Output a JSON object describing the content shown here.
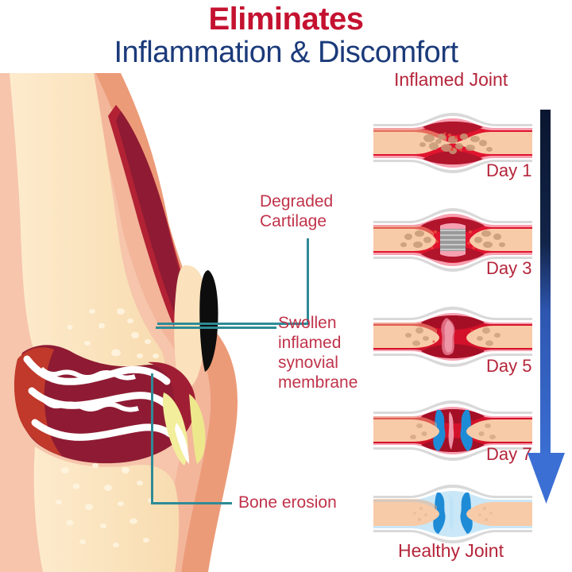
{
  "title": {
    "line1": "Eliminates",
    "line2": "Inflammation & Discomfort",
    "line1_color": "#C41230",
    "line2_color": "#1B3A7A"
  },
  "knee_diagram": {
    "name": "knee-cross-section",
    "callouts": [
      {
        "id": "degraded-cartilage",
        "text": "Degraded\nCartilage",
        "color": "#C0334A"
      },
      {
        "id": "swollen-synovial-membrane",
        "text": "Swollen\ninflamed\nsynovial\nmembrane",
        "color": "#C0334A"
      },
      {
        "id": "bone-erosion",
        "text": "Bone erosion",
        "color": "#C0334A"
      }
    ],
    "leader_line_color": "#2E8B96",
    "anatomy_colors": {
      "skin_outer": "#F0A98B",
      "skin_mid": "#F3BFA4",
      "bone": "#FBE0B8",
      "bone_light": "#FDEACA",
      "synovium_inflamed": "#8E1B33",
      "synovium_mid": "#C0392B",
      "cartilage_white": "#FFFFFF",
      "ligament_yellow": "#F2EE9B",
      "dark_lesion": "#0D0D0D"
    }
  },
  "progression": {
    "top_label": "Inflamed Joint",
    "bottom_label": "Healthy Joint",
    "label_color": "#B5253A",
    "stages": [
      {
        "id": "stage-day1",
        "label": "Day 1",
        "state": "severe-erosion-no-cartilage"
      },
      {
        "id": "stage-day3",
        "label": "Day 3",
        "state": "grey-cartilage-forming"
      },
      {
        "id": "stage-day5",
        "label": "Day 5",
        "state": "pink-cartilage-restored"
      },
      {
        "id": "stage-day7",
        "label": "Day 7",
        "state": "blue-synovial-fluid-returning"
      },
      {
        "id": "stage-healthy",
        "label": "",
        "state": "healthy-smooth-cartilage"
      }
    ],
    "joint_colors": {
      "bone_fill": "#F7C9A6",
      "bone_shade": "#E8A87C",
      "bone_light": "#FBDCBE",
      "capsule_red": "#E8243F",
      "capsule_dark_red": "#B0152B",
      "capsule_pink": "#F590A0",
      "capsule_grey": "#D9D9D9",
      "erosion_spot": "#C89A7A",
      "cartilage_grey": "#9A9A9A",
      "cartilage_pink": "#EE8FA0",
      "fluid_blue": "#1E8BD6",
      "fluid_light_blue": "#BFE4F7"
    }
  },
  "arrow": {
    "name": "progression-arrow-down",
    "gradient_top": "#0A1630",
    "gradient_bottom": "#3B6FD4",
    "direction": "down"
  }
}
